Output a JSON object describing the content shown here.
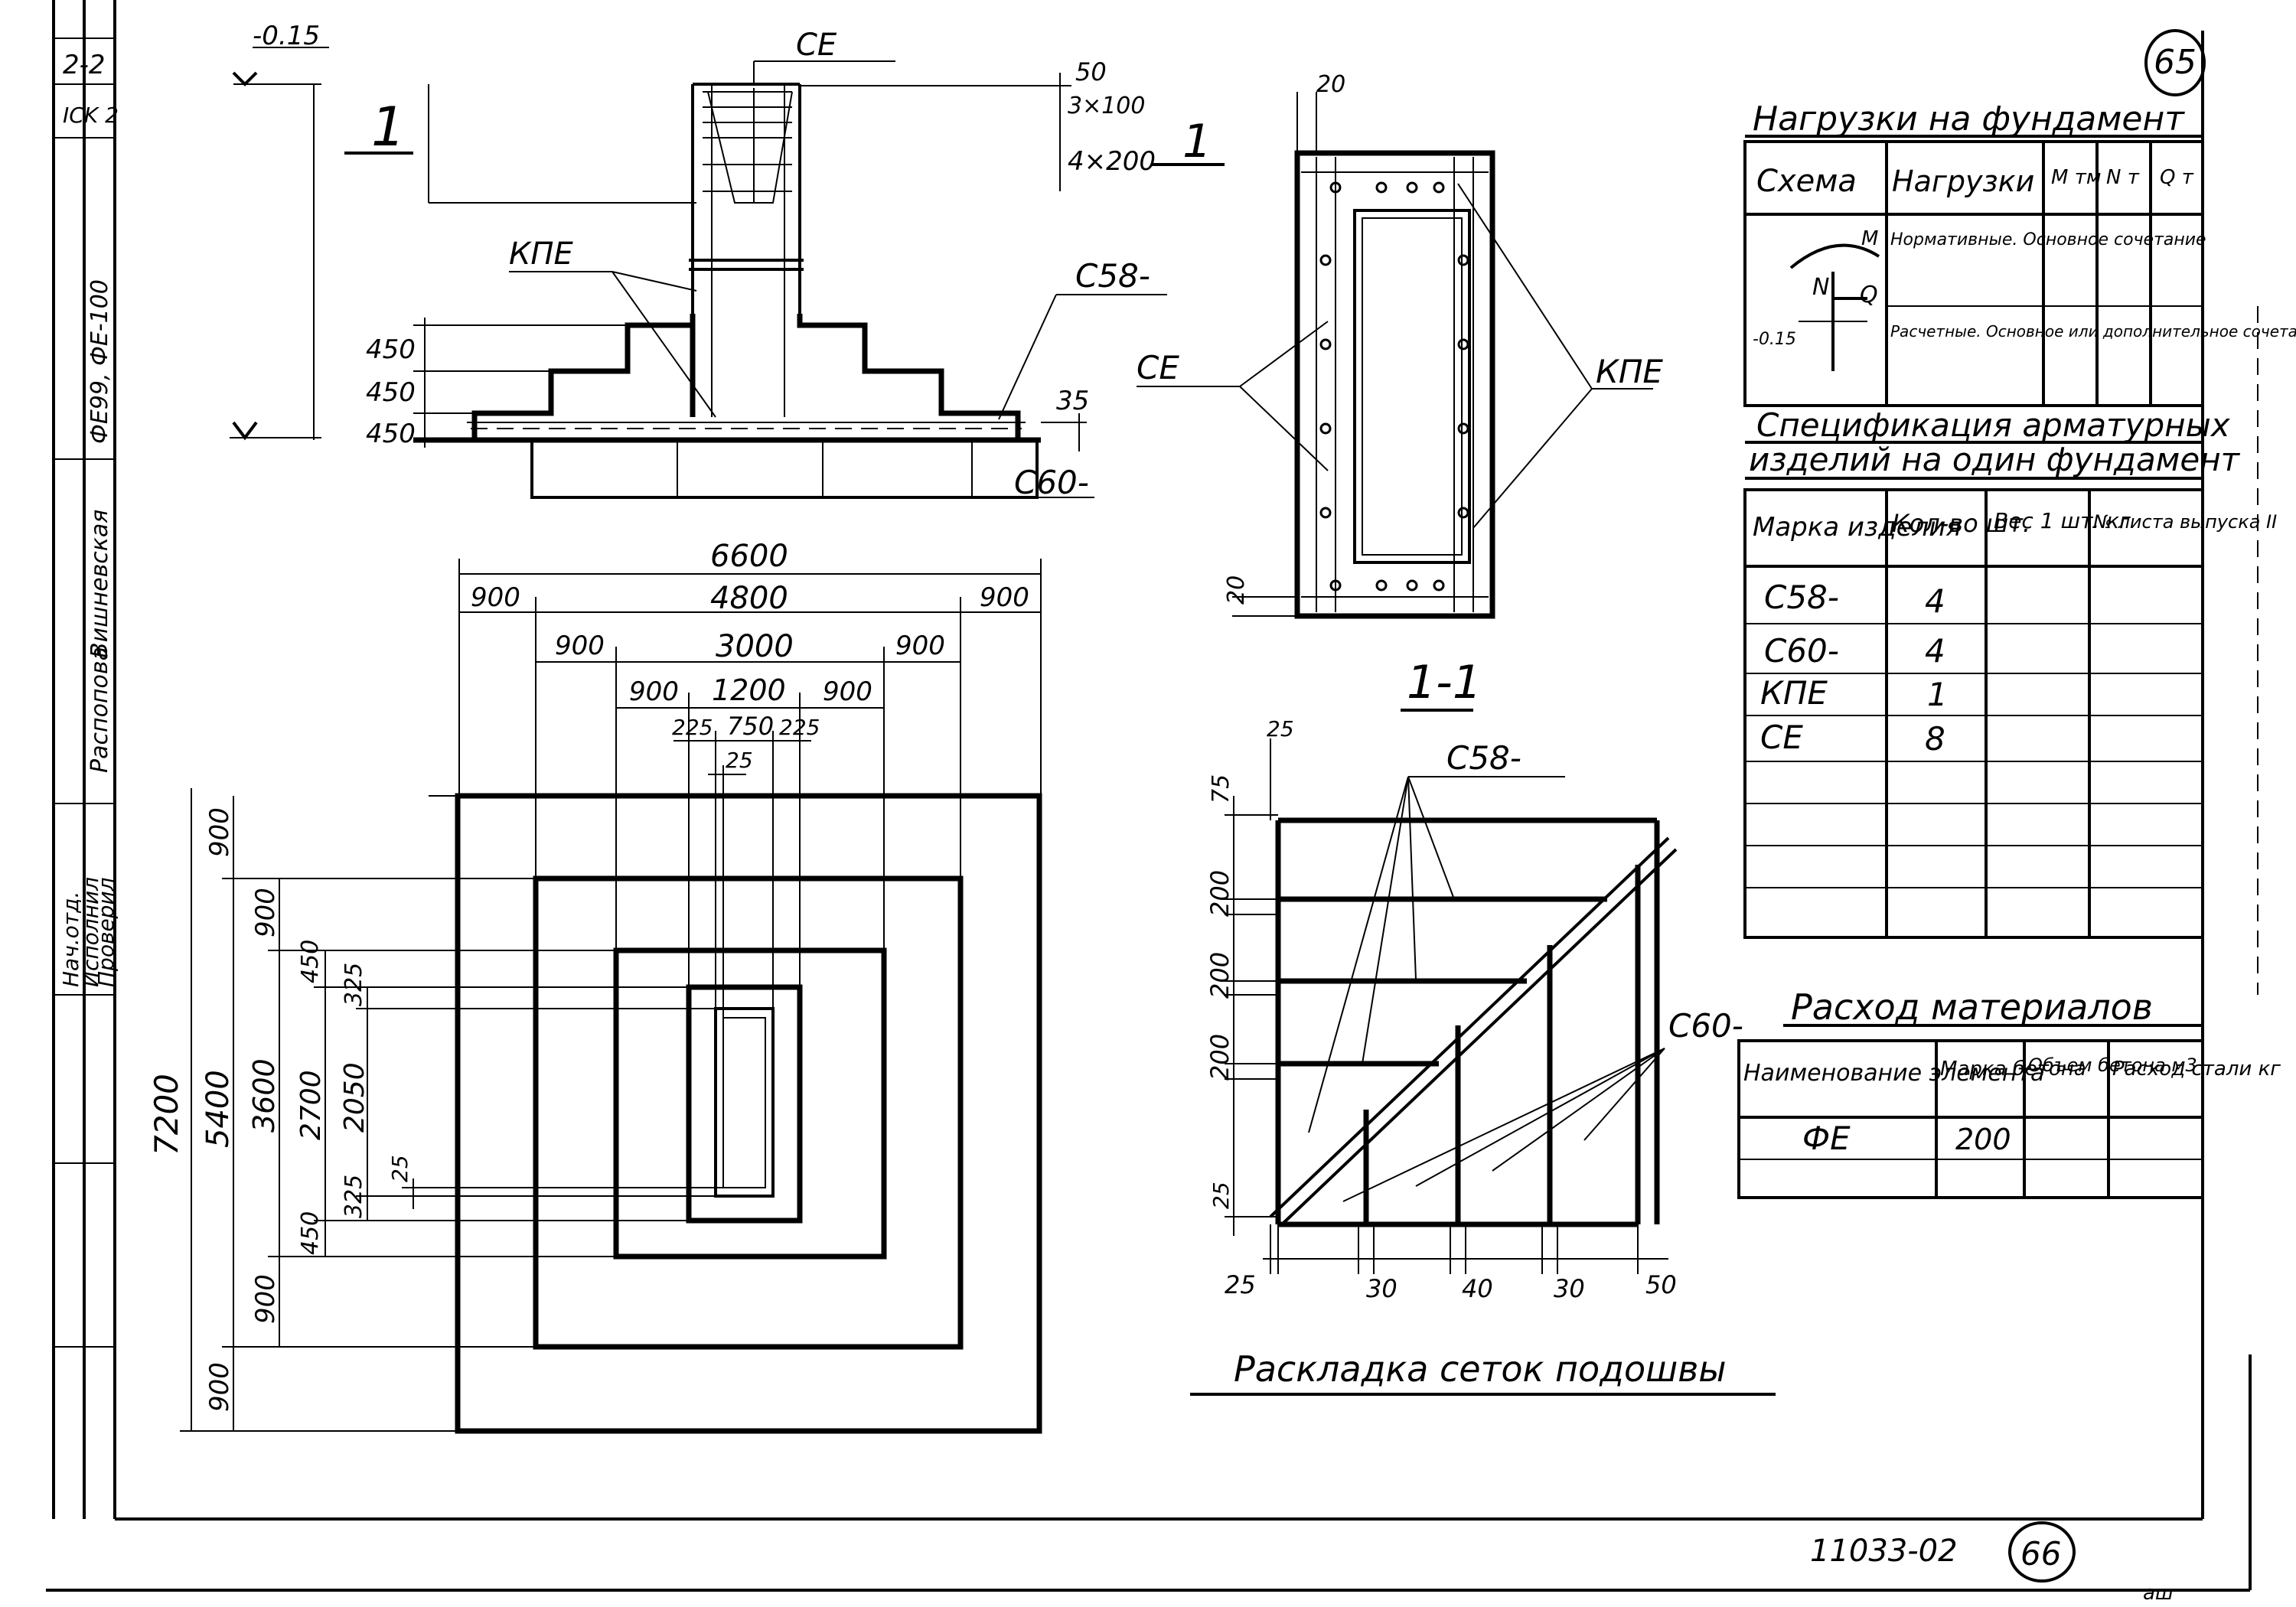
{
  "sheet": {
    "page_number": "65",
    "next_page": "66",
    "doc_code": "11033-02",
    "corner_mark": "аш"
  },
  "title_block": {
    "rows": [
      "Нач.отд.",
      "Исполнил",
      "Проверил"
    ],
    "names": [
      "Распопова",
      "Вишневская"
    ],
    "vertical_lines": [
      "ФЕ99, ФЕ-100",
      "2-2",
      "ICK 2"
    ]
  },
  "elevation": {
    "mark_label": "1",
    "section_mark": "1",
    "level": "-0.15",
    "dims_right": [
      "50",
      "3×100",
      "4×200"
    ],
    "dims_left": [
      "450",
      "450",
      "450"
    ],
    "dim_35": "35",
    "labels": [
      "СЕ",
      "КПЕ",
      "С58-",
      "С60-"
    ]
  },
  "column_section": {
    "dim_top": "20",
    "dim_bottom": "20",
    "labels": [
      "СЕ",
      "КПЕ"
    ]
  },
  "plan": {
    "dims_h": [
      "6600",
      "900",
      "4800",
      "900",
      "900",
      "3000",
      "900",
      "900",
      "1200",
      "900",
      "225",
      "750",
      "225",
      "25"
    ],
    "dims_v_outer": [
      "7200"
    ],
    "dims_v_2": [
      "900",
      "5400",
      "900"
    ],
    "dims_v_3": [
      "900",
      "3600",
      "900"
    ],
    "dims_v_4": [
      "450",
      "2700",
      "450"
    ],
    "dims_v_5": [
      "325",
      "2050",
      "325"
    ],
    "dim_25": "25"
  },
  "section_11": {
    "title": "1-1",
    "labels": [
      "С58-",
      "С60-"
    ],
    "dims_v": [
      "75",
      "200",
      "200",
      "200",
      "25"
    ],
    "dims_h": [
      "25",
      "30",
      "40",
      "30",
      "50"
    ],
    "dim_25_top": "25",
    "caption": "Раскладка сеток подошвы"
  },
  "loads_table": {
    "title": "Нагрузки на фундамент",
    "headers": [
      "Схема",
      "Нагрузки",
      "М тм",
      "N т",
      "Q т"
    ],
    "rows": [
      {
        "label": "Нормативные. Основное сочетание"
      },
      {
        "label": "Расчетные. Основное или дополнительное сочетание"
      }
    ],
    "scheme_labels": [
      "M",
      "N",
      "Q",
      "-0.15"
    ]
  },
  "spec_table": {
    "title_1": "Спецификация арматурных",
    "title_2": "изделий на один фундамент",
    "headers": [
      "Марка изделия",
      "Кол-во шт.",
      "Вес 1 шт. кг",
      "№ листа выпуска II"
    ],
    "rows": [
      {
        "mark": "С58-",
        "qty": "4"
      },
      {
        "mark": "С60-",
        "qty": "4"
      },
      {
        "mark": "КПЕ",
        "qty": "1"
      },
      {
        "mark": "СЕ",
        "qty": "8"
      }
    ]
  },
  "materials_table": {
    "title": "Расход материалов",
    "headers": [
      "Наименование элемента",
      "Марка бетона",
      "Объем бетона м3",
      "Расход стали кг"
    ],
    "rows": [
      {
        "element": "ФЕ",
        "grade": "200"
      }
    ]
  }
}
